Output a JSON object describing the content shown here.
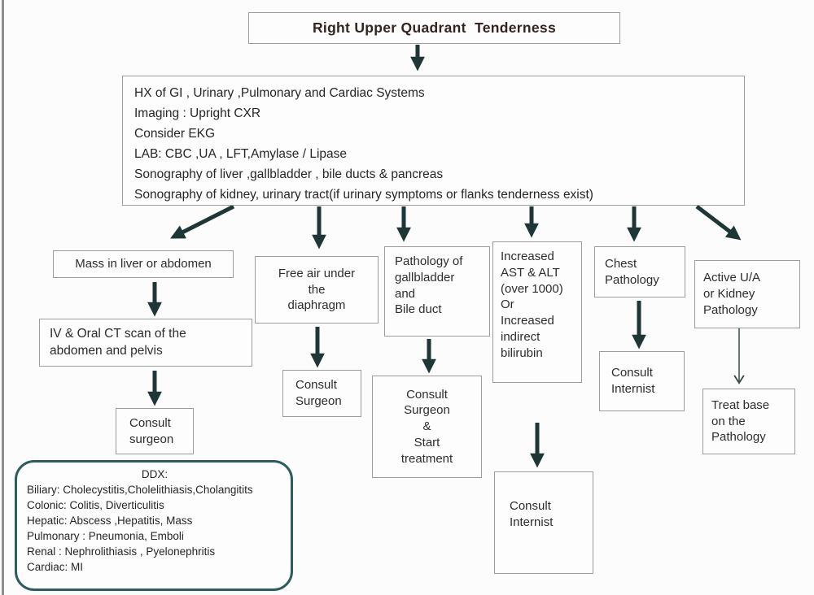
{
  "page": {
    "background": "#fcfcfc",
    "box_border_color": "#9c9c9c",
    "arrow_color": "#1f3636",
    "ddx_border_color": "#2d5c5c",
    "title_text_color": "#32241e"
  },
  "flowchart": {
    "title": "Right Upper Quadrant  Tenderness",
    "workup": "HX of GI , Urinary ,Pulmonary and Cardiac Systems\nImaging : Upright CXR\nConsider EKG\nLAB: CBC ,UA , LFT,Amylase / Lipase\nSonography of liver ,gallbladder , bile ducts & pancreas\nSonography of kidney, urinary tract(if urinary symptoms or flanks tenderness exist)",
    "nodes": {
      "mass_liver": "Mass in liver or abdomen",
      "ct_scan": "IV & Oral CT scan of the\nabdomen and pelvis",
      "consult_surgeon_1": "Consult\nsurgeon",
      "free_air": "Free air under\nthe\ndiaphragm",
      "consult_surgeon_2": "Consult\nSurgeon",
      "gallbladder_pathology": "Pathology of\ngallbladder\nand\nBile duct",
      "consult_surgeon_treat": "Consult\nSurgeon\n&\nStart\ntreatment",
      "increased_enzymes": "Increased\nAST & ALT\n(over 1000)\nOr\nIncreased\nindirect\nbilirubin",
      "consult_internist_1": "Consult\nInternist",
      "chest_pathology": "Chest\nPathology",
      "consult_internist_2": "Consult\nInternist",
      "active_ua": "Active U/A\nor Kidney\nPathology",
      "treat_base": "Treat base\non the\nPathology"
    },
    "ddx": {
      "title": "DDX:",
      "lines": "Biliary:  Cholecystitis,Cholelithiasis,Cholangitits\nColonic: Colitis, Diverticulitis\nHepatic: Abscess ,Hepatitis, Mass\nPulmonary : Pneumonia, Emboli\nRenal : Nephrolithiasis , Pyelonephritis\nCardiac: MI"
    }
  }
}
